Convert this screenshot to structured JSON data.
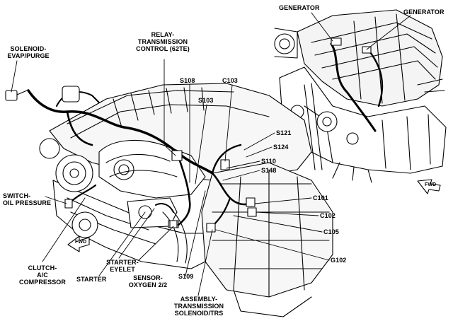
{
  "labels": {
    "generator_left": "GENERATOR",
    "generator_right": "GENERATOR",
    "solenoid_evap_l1": "SOLENOID-",
    "solenoid_evap_l2": "EVAP/PURGE",
    "relay_l1": "RELAY-",
    "relay_l2": "TRANSMISSION",
    "relay_l3": "CONTROL (62TE)",
    "s108": "S108",
    "c103": "C103",
    "s103": "S103",
    "s121": "S121",
    "s124": "S124",
    "s110": "S110",
    "s148": "S148",
    "c101": "C101",
    "c102": "C102",
    "c105": "C105",
    "g102": "G102",
    "s109": "S109",
    "switch_l1": "SWITCH-",
    "switch_l2": "OIL PRESSURE",
    "clutch_l1": "CLUTCH-",
    "clutch_l2": "A/C",
    "clutch_l3": "COMPRESSOR",
    "starter": "STARTER",
    "starter_eyelet_l1": "STARTER-",
    "starter_eyelet_l2": "EYELET",
    "sensor_l1": "SENSOR-",
    "sensor_l2": "OXYGEN 2/2",
    "assembly_l1": "ASSEMBLY-",
    "assembly_l2": "TRANSMISSION",
    "assembly_l3": "SOLENOID/TRS",
    "fwd_main": "FWD",
    "fwd_inset": "FWD"
  },
  "colors": {
    "ink": "#000000",
    "paper": "#ffffff",
    "shade": "#d9d9d9"
  }
}
